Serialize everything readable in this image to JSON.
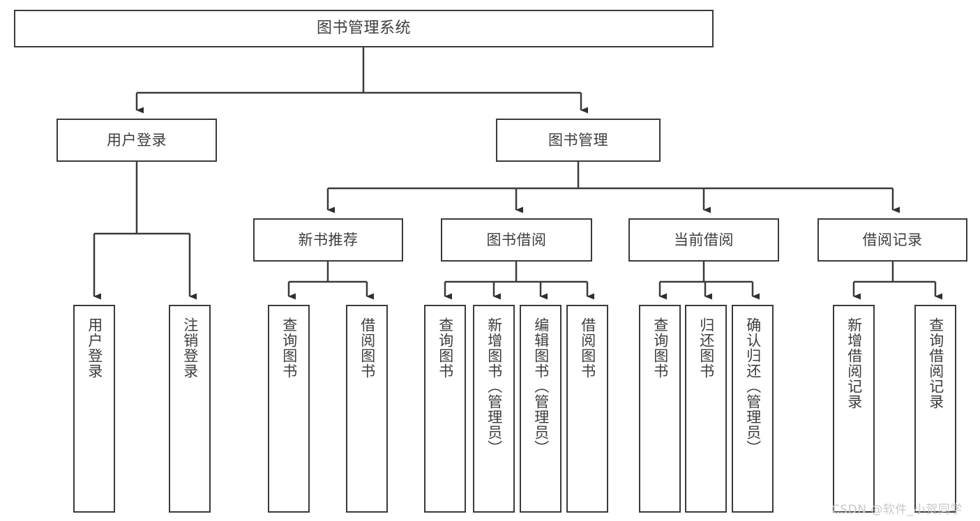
{
  "diagram": {
    "title": "图书管理系统",
    "type": "tree-hierarchy-diagram",
    "watermark": "CSDN @软件_小贺同学",
    "colors": {
      "stroke": "#3a3a3a",
      "text": "#3d3d3d",
      "background": "#ffffff",
      "watermark": "#c9c9c9"
    },
    "root": {
      "label": "图书管理系统"
    },
    "level1": [
      {
        "id": "user-login",
        "label": "用户登录"
      },
      {
        "id": "book-management",
        "label": "图书管理"
      }
    ],
    "level2": [
      {
        "id": "new-book-recommend",
        "label": "新书推荐"
      },
      {
        "id": "book-borrow",
        "label": "图书借阅"
      },
      {
        "id": "current-borrow",
        "label": "当前借阅"
      },
      {
        "id": "borrow-record",
        "label": "借阅记录"
      }
    ],
    "leaves": {
      "user_login": [
        {
          "id": "leaf-user-login",
          "label": "用户登录"
        },
        {
          "id": "leaf-logout-login",
          "label": "注销登录"
        }
      ],
      "new_book_recommend": [
        {
          "id": "leaf-query-book-1",
          "label": "查询图书"
        },
        {
          "id": "leaf-borrow-book-1",
          "label": "借阅图书"
        }
      ],
      "book_borrow": [
        {
          "id": "leaf-query-book-2",
          "label": "查询图书"
        },
        {
          "id": "leaf-add-book",
          "label": "新增图书（管理员）"
        },
        {
          "id": "leaf-edit-book",
          "label": "编辑图书（管理员）"
        },
        {
          "id": "leaf-borrow-book-2",
          "label": "借阅图书"
        }
      ],
      "current_borrow": [
        {
          "id": "leaf-query-book-3",
          "label": "查询图书"
        },
        {
          "id": "leaf-return-book",
          "label": "归还图书"
        },
        {
          "id": "leaf-confirm-return",
          "label": "确认归还（管理员）"
        }
      ],
      "borrow_record": [
        {
          "id": "leaf-add-record",
          "label": "新增借阅记录"
        },
        {
          "id": "leaf-query-record",
          "label": "查询借阅记录"
        }
      ]
    }
  }
}
